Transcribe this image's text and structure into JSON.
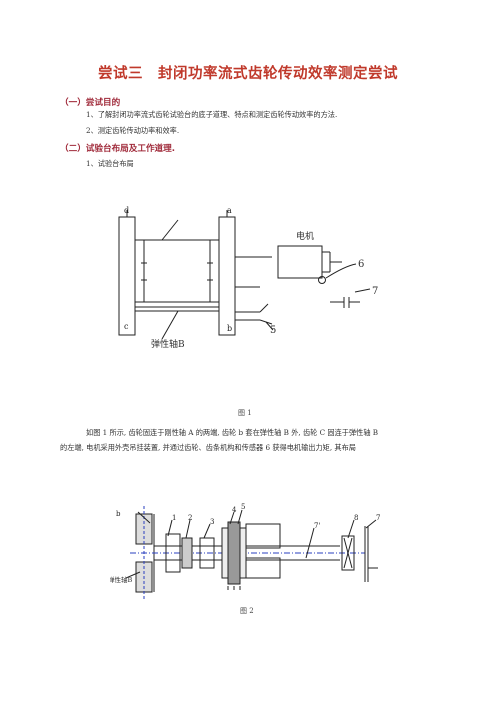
{
  "title": "尝试三　封闭功率流式齿轮传动效率测定尝试",
  "sections": [
    {
      "heading": "（一）尝试目的"
    },
    {
      "heading": "（二）试验台布局及工作道理."
    }
  ],
  "objectives": [
    "1、了解封闭功率流式齿轮试验台的底子道理、特点和测定齿轮传动效率的方法.",
    "2、测定齿轮传动功率和效率."
  ],
  "subheading": "1、试验台布局",
  "figure1": {
    "caption": "图 1",
    "labels": {
      "d": "d",
      "a": "a",
      "c": "c",
      "b": "b",
      "motor": "电机",
      "n6": "6",
      "n7": "7",
      "n5": "5",
      "shaft": "弹性轴B"
    }
  },
  "paragraph": [
    "如图 1 所示, 齿轮固连于刚性轴 A 的两端, 齿轮 b 套在弹性轴 B 外, 齿轮 C 固连于弹性轴 B",
    "的左端, 电机采用外壳吊挂装置, 并通过齿轮、齿条机构和传感器 6 获得电机输出力矩, 其布局"
  ],
  "figure2": {
    "caption": "图 2",
    "labels": {
      "b": "b",
      "n1": "1",
      "n2": "2",
      "n3": "3",
      "n4": "4",
      "n5": "5",
      "n7p": "7'",
      "n8": "8",
      "n7": "7",
      "shaft": "弹性轴B"
    }
  }
}
